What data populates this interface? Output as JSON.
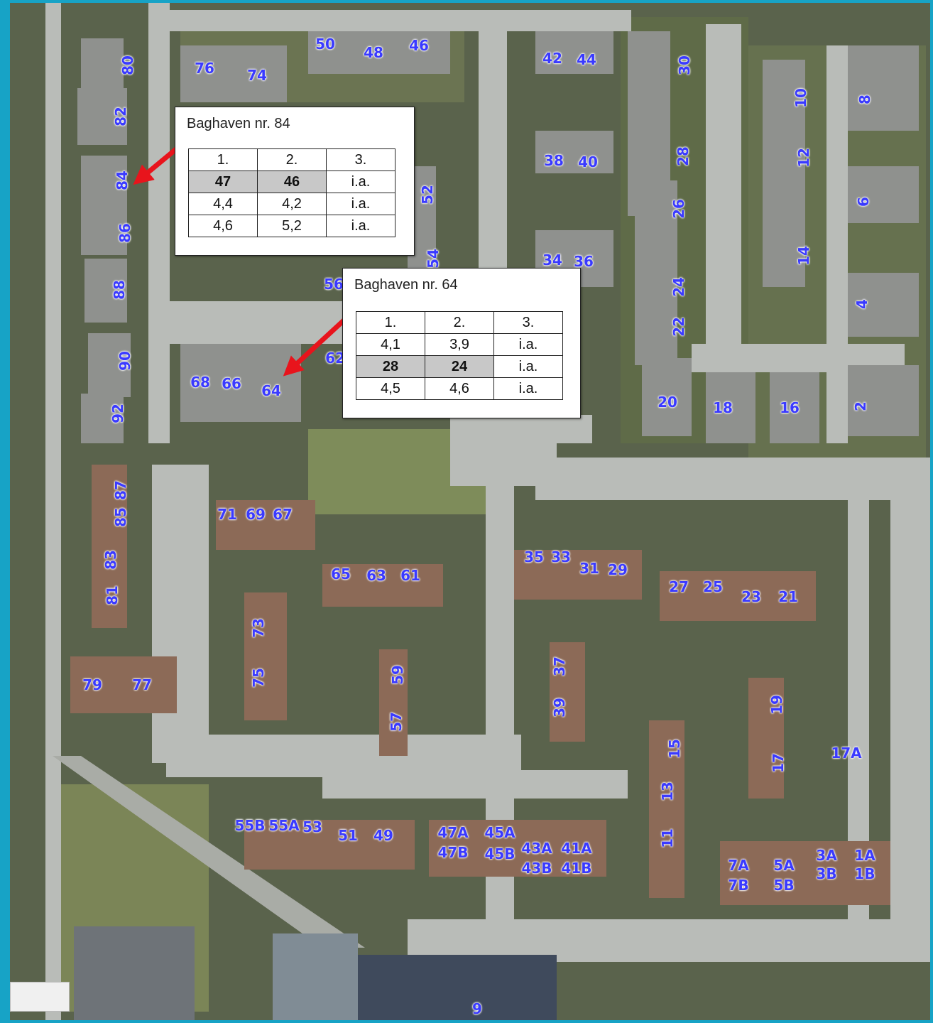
{
  "colors": {
    "frame": "#17a3c6",
    "label": "#3a3aff",
    "arrow": "#e8141c",
    "highlight_cell": "#c8c8c8"
  },
  "callouts": [
    {
      "id": "84",
      "title": "Baghaven nr. 84",
      "headers": [
        "1.",
        "2.",
        "3."
      ],
      "rows": [
        {
          "cells": [
            "47",
            "46",
            "i.a."
          ],
          "highlight": [
            true,
            true,
            false
          ]
        },
        {
          "cells": [
            "4,4",
            "4,2",
            "i.a."
          ],
          "highlight": [
            false,
            false,
            false
          ]
        },
        {
          "cells": [
            "4,6",
            "5,2",
            "i.a."
          ],
          "highlight": [
            false,
            false,
            false
          ]
        }
      ]
    },
    {
      "id": "64",
      "title": "Baghaven nr. 64",
      "headers": [
        "1.",
        "2.",
        "3."
      ],
      "rows": [
        {
          "cells": [
            "4,1",
            "3,9",
            "i.a."
          ],
          "highlight": [
            false,
            false,
            false
          ]
        },
        {
          "cells": [
            "28",
            "24",
            "i.a."
          ],
          "highlight": [
            true,
            true,
            false
          ]
        },
        {
          "cells": [
            "4,5",
            "4,6",
            "i.a."
          ],
          "highlight": [
            false,
            false,
            false
          ]
        }
      ]
    }
  ],
  "house_numbers": [
    "80",
    "82",
    "84",
    "86",
    "88",
    "90",
    "92",
    "76",
    "74",
    "50",
    "48",
    "46",
    "42",
    "44",
    "30",
    "10",
    "8",
    "12",
    "6",
    "28",
    "38",
    "40",
    "26",
    "52",
    "54",
    "34",
    "36",
    "24",
    "14",
    "4",
    "22",
    "56",
    "62",
    "68",
    "66",
    "64",
    "20",
    "18",
    "16",
    "2",
    "87",
    "85",
    "83",
    "81",
    "71",
    "69",
    "67",
    "65",
    "63",
    "61",
    "35",
    "33",
    "31",
    "29",
    "27",
    "25",
    "23",
    "21",
    "73",
    "75",
    "79",
    "77",
    "59",
    "57",
    "37",
    "39",
    "19",
    "17",
    "17A",
    "15",
    "13",
    "11",
    "55B",
    "55A",
    "53",
    "51",
    "49",
    "47A",
    "47B",
    "45A",
    "45B",
    "43A",
    "43B",
    "41A",
    "41B",
    "7A",
    "7B",
    "5A",
    "5B",
    "3A",
    "3B",
    "1A",
    "1B",
    "9"
  ]
}
